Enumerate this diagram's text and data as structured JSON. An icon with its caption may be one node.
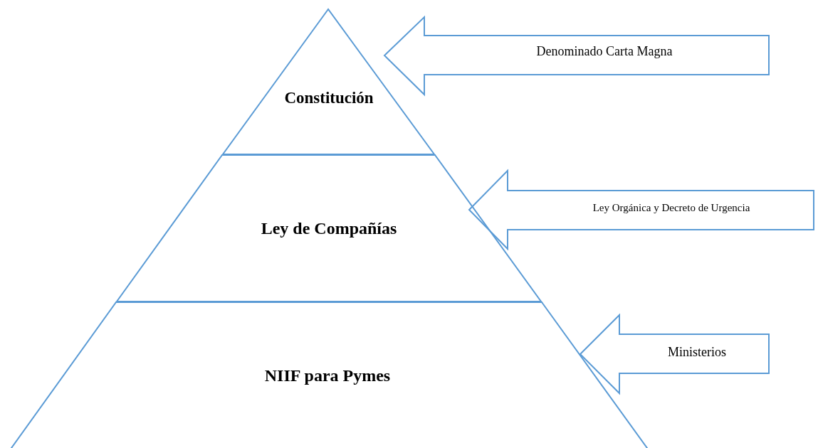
{
  "diagram": {
    "nodes": [
      {
        "text": [
          "Constitución"
        ]
      },
      {
        "text": [
          "Ley de Compañías"
        ]
      },
      {
        "text": [
          "NIIF para Pymes"
        ]
      },
      {
        "text": [
          "Denominado Carta Magna"
        ]
      },
      {
        "text": [
          "Ley Orgánica y Decreto de Urgencia"
        ]
      },
      {
        "text": [
          "Ministerios"
        ]
      }
    ]
  }
}
